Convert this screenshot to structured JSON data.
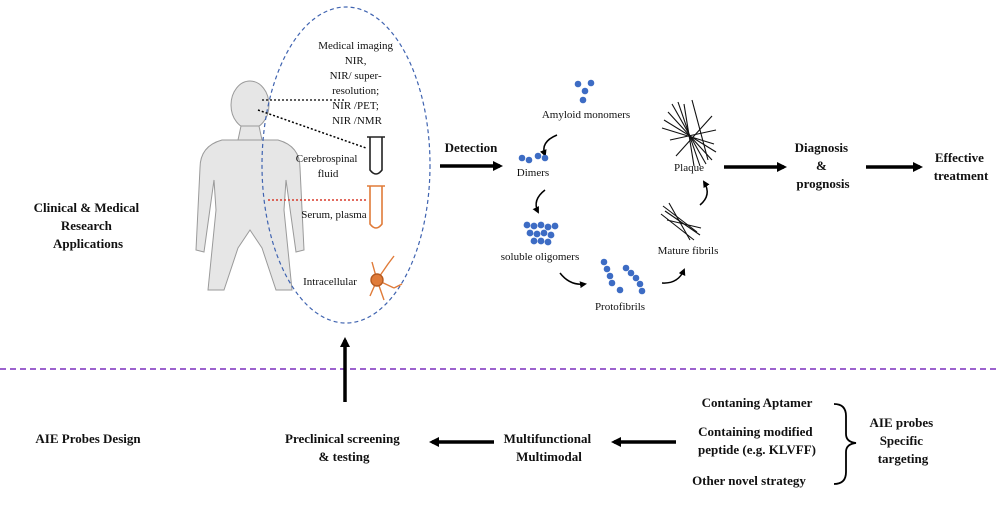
{
  "top_section": {
    "heading_lines": [
      "Clinical & Medical",
      "Research",
      "Applications"
    ]
  },
  "body_panel": {
    "medical_imaging_lines": [
      "Medical imaging",
      "NIR,",
      "NIR/ super-",
      "resolution;",
      "NIR /PET;",
      "NIR /NMR"
    ],
    "csf_lines": [
      "Cerebrospinal",
      "fluid"
    ],
    "serum_label": "Serum, plasma",
    "intracellular_label": "Intracellular"
  },
  "detection_label": "Detection",
  "aggregation_cycle": {
    "amyloid_monomers": "Amyloid monomers",
    "dimers": "Dimers",
    "soluble_oligomers": "soluble oligomers",
    "protofibrils": "Protofibrils",
    "mature_fibrils": "Mature fibrils",
    "plaque": "Plaque"
  },
  "diagnosis_lines": [
    "Diagnosis",
    "&",
    "prognosis"
  ],
  "treatment_lines": [
    "Effective",
    "treatment"
  ],
  "bottom_section": {
    "heading": "AIE Probes Design",
    "preclinical_lines": [
      "Preclinical screening",
      "& testing"
    ],
    "multifunctional_lines": [
      "Multifunctional",
      "Multimodal"
    ],
    "strategies": {
      "aptamer": "Contaning Aptamer",
      "peptide_lines": [
        "Containing modified",
        "peptide (e.g. KLVFF)"
      ],
      "other": "Other novel strategy"
    },
    "targeting_lines": [
      "AIE probes",
      "Specific",
      "targeting"
    ]
  },
  "colors": {
    "divider": "#7b2fbe",
    "ellipse": "#3f63b0",
    "particle": "#3d6cc4",
    "serum_tube": "#e07b39",
    "serum_dotted": "#d93a2b",
    "neuron": "#e07b39",
    "body_fill": "#e6e6e6",
    "body_stroke": "#9a9a9a"
  }
}
